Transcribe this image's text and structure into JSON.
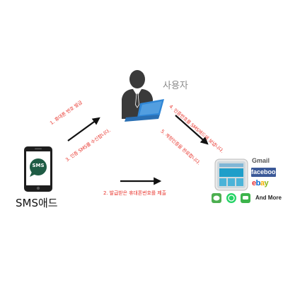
{
  "user": {
    "label": "사용자"
  },
  "phone": {
    "bubble": "SMS",
    "label": "SMS애드"
  },
  "steps": {
    "s1": "1. 휴대폰 번호 발급",
    "s2": "2. 발급받은 휴대폰번호를 제출",
    "s3": "3. 인증 SMS를 수신합니다.",
    "s4": "4. 인증번호를 SMS애드에 보냅니다.",
    "s5": "5. 계정인증을 완료합니다."
  },
  "services": {
    "gmail": "Gmail",
    "facebook": "facebook",
    "ebay": [
      "e",
      "b",
      "a",
      "y"
    ],
    "more": "And More"
  },
  "colors": {
    "arrow": "#111111",
    "step_text": "#e8322a",
    "facebook": "#3b5998",
    "laptop": "#2f86d6"
  }
}
